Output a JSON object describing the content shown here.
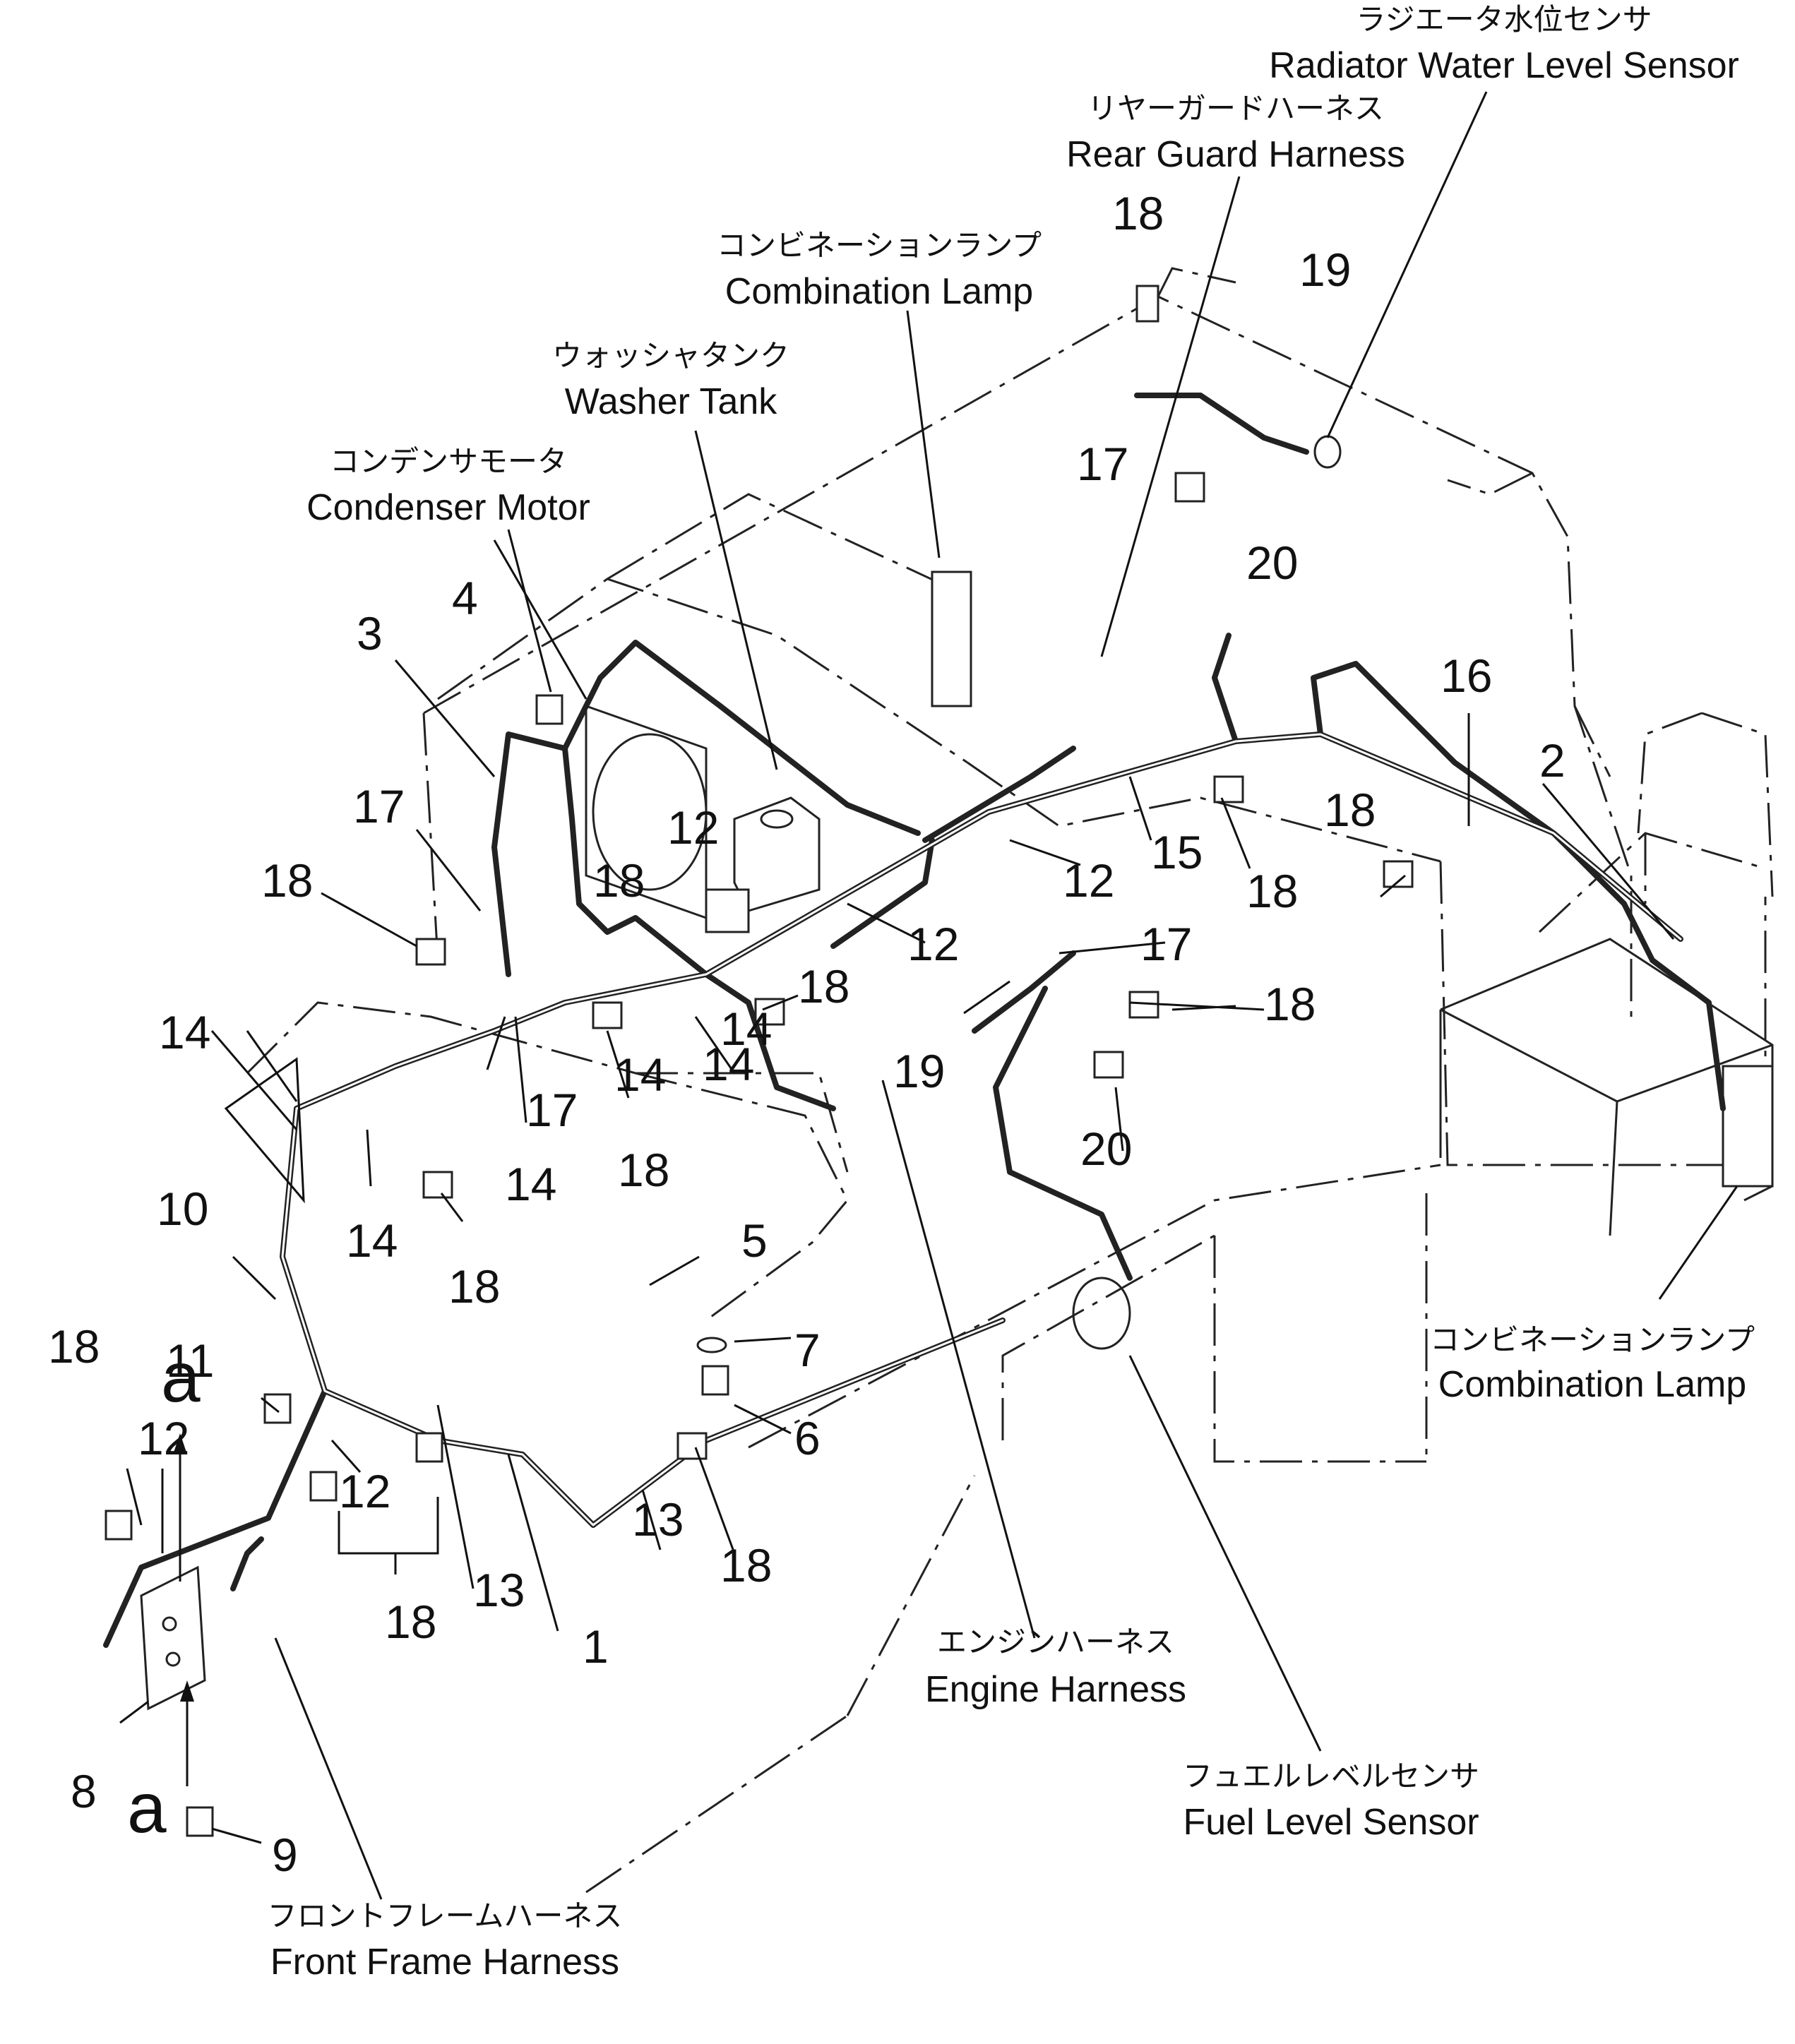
{
  "colors": {
    "ink": "#111111",
    "paper": "#ffffff"
  },
  "callouts": {
    "radiator_water_level_sensor": {
      "jp": "ラジエータ水位センサ",
      "en": "Radiator Water Level Sensor"
    },
    "rear_guard_harness": {
      "jp": "リヤーガードハーネス",
      "en": "Rear Guard Harness"
    },
    "combination_lamp_top": {
      "jp": "コンビネーションランプ",
      "en": "Combination Lamp"
    },
    "washer_tank": {
      "jp": "ウォッシャタンク",
      "en": "Washer Tank"
    },
    "condenser_motor": {
      "jp": "コンデンサモータ",
      "en": "Condenser Motor"
    },
    "combination_lamp_right": {
      "jp": "コンビネーションランプ",
      "en": "Combination Lamp"
    },
    "engine_harness": {
      "jp": "エンジンハーネス",
      "en": "Engine Harness"
    },
    "fuel_level_sensor": {
      "jp": "フュエルレベルセンサ",
      "en": "Fuel Level Sensor"
    },
    "front_frame_harness": {
      "jp": "フロントフレームハーネス",
      "en": "Front Frame Harness"
    }
  },
  "part_numbers": [
    "18",
    "19",
    "17",
    "20",
    "16",
    "2",
    "4",
    "3",
    "12",
    "17",
    "18",
    "12",
    "15",
    "18",
    "12",
    "18",
    "18",
    "14",
    "17",
    "18",
    "14",
    "14",
    "19",
    "20",
    "17",
    "18",
    "14",
    "14",
    "18",
    "10",
    "5",
    "7",
    "11",
    "18",
    "12",
    "6",
    "12",
    "13",
    "18",
    "18",
    "13",
    "1",
    "8",
    "9",
    "18",
    "14"
  ],
  "view_letters": [
    "a",
    "a"
  ]
}
